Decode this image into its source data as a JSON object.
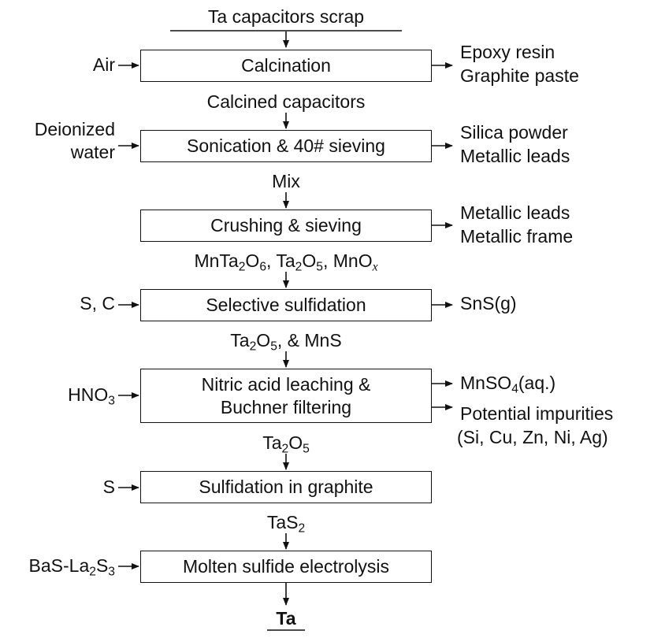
{
  "input_title": "Ta capacitors scrap",
  "output_title": "Ta",
  "steps": [
    {
      "label": "Calcination",
      "left_input": "Air",
      "right_outputs": [
        "Epoxy resin",
        "Graphite paste"
      ]
    },
    {
      "label": "Sonication & 40# sieving",
      "left_input_lines": [
        "Deionized",
        "water"
      ],
      "right_outputs": [
        "Silica powder",
        "Metallic leads"
      ]
    },
    {
      "label": "Crushing & sieving",
      "right_outputs": [
        "Metallic leads",
        "Metallic frame"
      ]
    },
    {
      "label": "Selective sulfidation",
      "left_input": "S,  C",
      "right_outputs": [
        "SnS(g)"
      ]
    },
    {
      "label_lines": [
        "Nitric acid leaching &",
        "Buchner filtering"
      ],
      "left_input": "HNO",
      "left_input_sub": "3",
      "right_outputs": [
        "MnSO",
        "Potential impurities",
        "(Si,  Cu,  Zn,  Ni,  Ag)"
      ],
      "mnso4_sub": "4",
      "mnso4_suffix": "(aq.)"
    },
    {
      "label": "Sulfidation in graphite",
      "left_input": "S"
    },
    {
      "label": "Molten sulfide electrolysis",
      "left_input": "BaS-La",
      "left_input_sub": "2",
      "left_input_s": "S",
      "left_input_sub2": "3"
    }
  ],
  "intermediates": {
    "after_calcination": "Calcined  capacitors",
    "after_sonication": "Mix",
    "after_crushing": {
      "p1": "MnTa",
      "s1": "2",
      "p2": "O",
      "s2": "6",
      "p3": ",  Ta",
      "s3": "2",
      "p4": "O",
      "s4": "5",
      "p5": ",  MnO",
      "x": "x"
    },
    "after_sulfidation": {
      "p1": "Ta",
      "s1": "2",
      "p2": "O",
      "s2": "5",
      "p3": ",  & MnS"
    },
    "after_leaching": {
      "p1": "Ta",
      "s1": "2",
      "p2": "O",
      "s2": "5"
    },
    "after_graphite": {
      "p1": "TaS",
      "s1": "2"
    }
  }
}
